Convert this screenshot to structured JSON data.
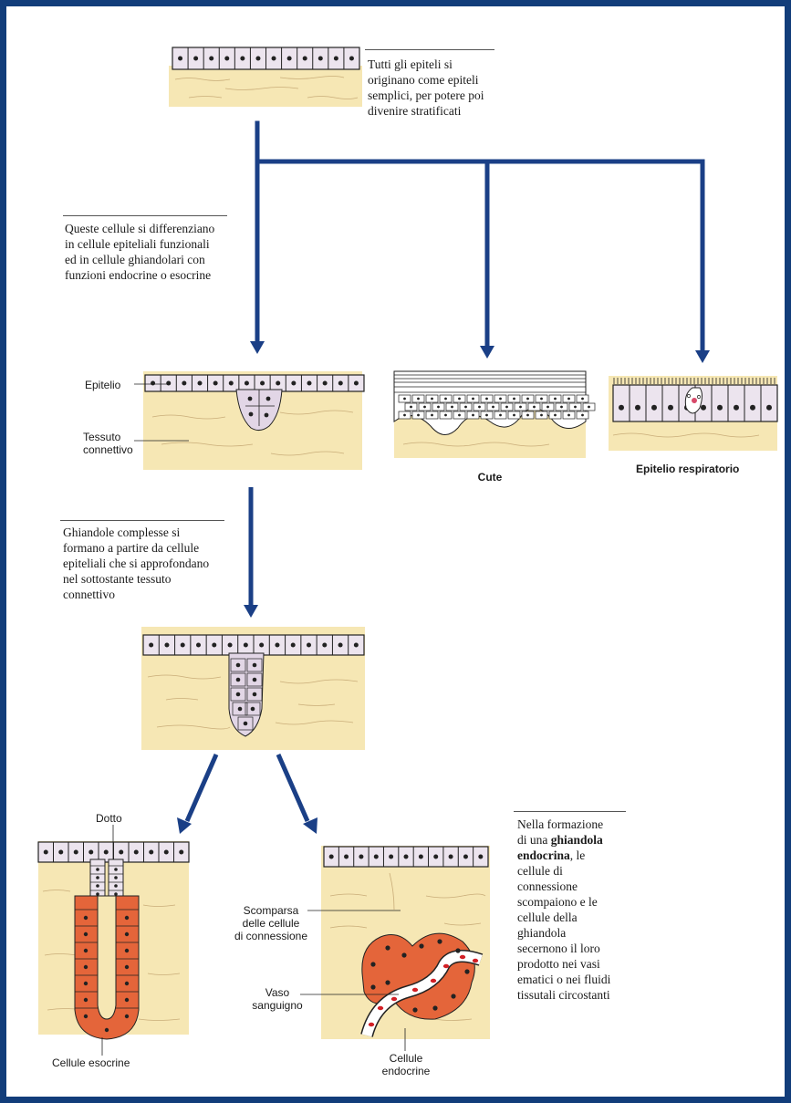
{
  "captions": {
    "intro": "Tutti gli epiteli si\noriginano come epiteli\nsemplici, per potere poi\ndivenire stratificati",
    "differentiation": "Queste cellule si differenziano\nin cellule epiteliali funzionali\ned in cellule ghiandolari con\nfunzioni endocrine o esocrine",
    "complex_glands": "Ghiandole complesse si\nformano a partire da cellule\nepiteliali che si approfondano\nnel sottostante tessuto\nconnettivo",
    "endocrine_prefix": "Nella formazione\ndi una ",
    "endocrine_bold": "ghiandola\nendocrina",
    "endocrine_suffix": ", le\ncellule di\nconnessione\nscompaiono e le\ncellule della\nghiandola\nsecernono il loro\nprodotto nei vasi\nematici o nei fluidi\ntissutali circostanti"
  },
  "labels": {
    "epitelio": "Epitelio",
    "tessuto_connettivo": "Tessuto\nconnettivo",
    "cute": "Cute",
    "epitelio_respiratorio": "Epitelio respiratorio",
    "dotto": "Dotto",
    "cellule_esocrine": "Cellule esocrine",
    "scomparsa": "Scomparsa\ndelle cellule\ndi connessione",
    "vaso_sanguigno": "Vaso\nsanguigno",
    "cellule_endocrine": "Cellule\nendocrine"
  },
  "colors": {
    "frame": "#123d7a",
    "arrow": "#1a3f86",
    "connective": "#f6e7b4",
    "epithelium": "#ece4ee",
    "gland_cell": "#e4653a",
    "blood": "#d21f25"
  }
}
